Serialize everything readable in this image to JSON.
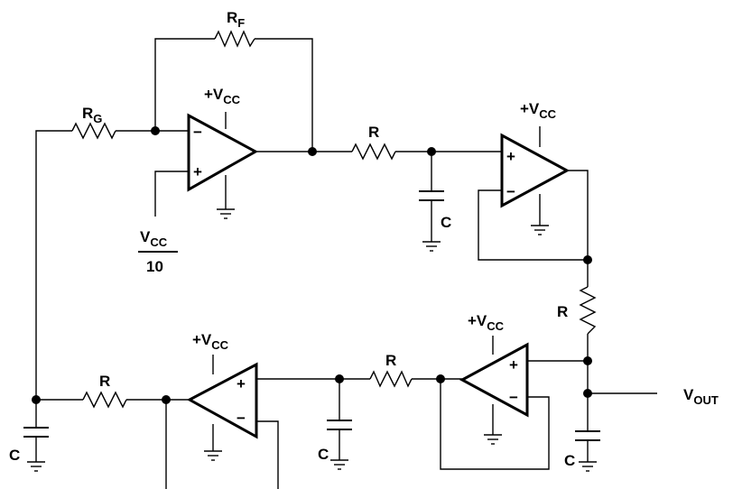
{
  "labels": {
    "rf": {
      "main": "R",
      "sub": "F"
    },
    "rg": {
      "main": "R",
      "sub": "G"
    },
    "r": "R",
    "c": "C",
    "vcc_plus": {
      "main": "+V",
      "sub": "CC"
    },
    "vcc_ref": {
      "main": "V",
      "sub": "CC",
      "denominator": "10"
    },
    "vout": {
      "main": "V",
      "sub": "OUT"
    }
  },
  "pins": {
    "inverting": "−",
    "noninverting": "+"
  }
}
